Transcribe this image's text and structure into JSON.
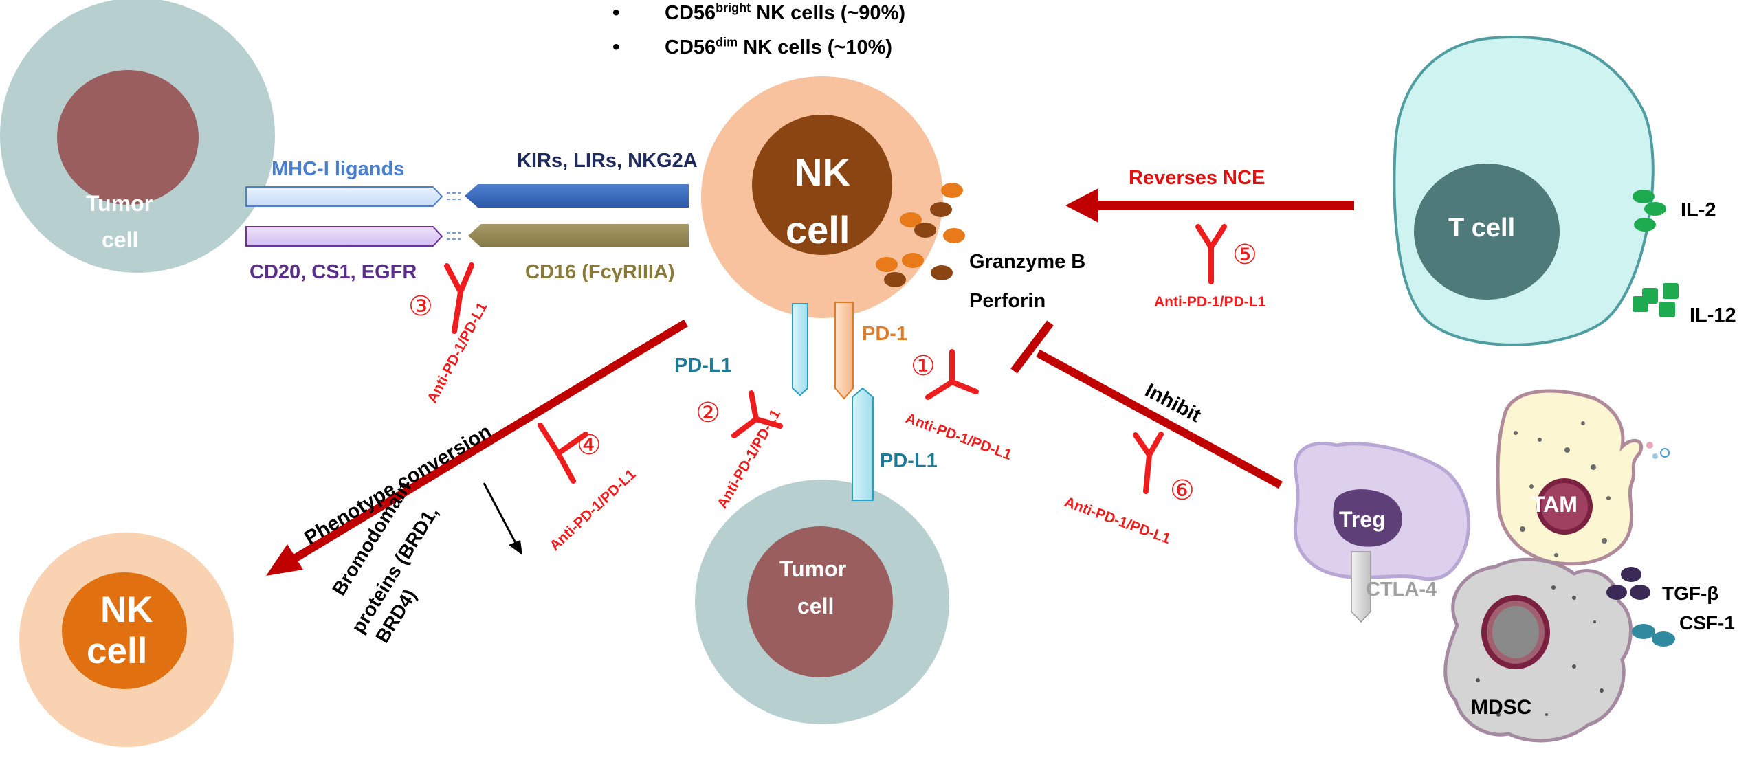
{
  "header": {
    "bullets": [
      {
        "prefix": "CD56",
        "sup": "bright",
        "suffix": " NK cells (~90%)"
      },
      {
        "prefix": "CD56",
        "sup": "dim",
        "suffix": " NK cells (~10%)"
      }
    ]
  },
  "cells": {
    "nk_main": [
      "NK",
      "cell"
    ],
    "tumor_left": [
      "Tumor",
      "cell"
    ],
    "tumor_bottom": [
      "Tumor",
      "cell"
    ],
    "nk_bottom_left": [
      "NK",
      "cell"
    ],
    "t_cell": "T cell",
    "treg": "Treg",
    "tam": "TAM",
    "mdsc": "MDSC"
  },
  "labels": {
    "mhc_ligands": "MHC-I ligands",
    "kirs": "KIRs, LIRs, NKG2A",
    "cd20": "CD20, CS1, EGFR",
    "cd16": "CD16 (FcγRIIIA)",
    "granzyme": "Granzyme B",
    "perforin": "Perforin",
    "pd1": "PD-1",
    "pdl1_upper": "PD-L1",
    "pdl1_lower": "PD-L1",
    "reverses_nce": "Reverses NCE",
    "inhibit": "Inhibit",
    "phenotype": "Phenotype conversion",
    "bromodomain": [
      "Bromodomain",
      "proteins (BRD1,",
      "BRD4)"
    ],
    "il2": "IL-2",
    "il12": "IL-12",
    "ctla4": "CTLA-4",
    "tgfb": "TGF-β",
    "csf1": "CSF-1"
  },
  "antibody": {
    "label": "Anti-PD-1/PD-L1",
    "markers": [
      "①",
      "②",
      "③",
      "④",
      "⑤",
      "⑥"
    ]
  },
  "colors": {
    "inhibition_red": "#c00000",
    "antibody_red": "#ee1c1c",
    "nk_outer": "#f7c29d",
    "nk_inner": "#8b4513",
    "tumor_outer": "#b7cfcf",
    "tumor_inner": "#9b5e5e",
    "tcell_outer": "#cff3f1",
    "tcell_inner": "#4f7a7a"
  }
}
